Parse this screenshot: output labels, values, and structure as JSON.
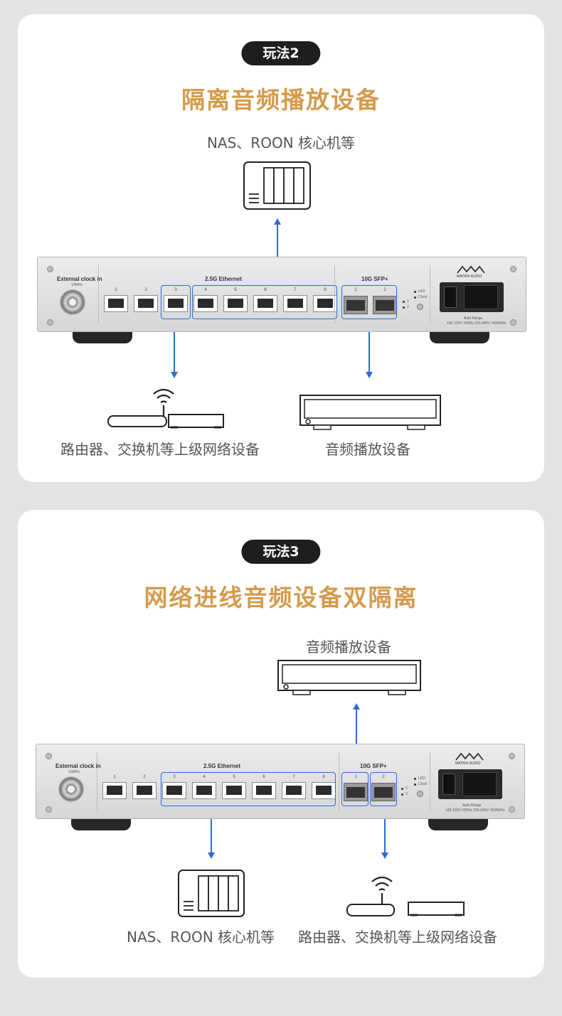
{
  "colors": {
    "accent_title": "#d59a4c",
    "pill_bg": "#1e1e1e",
    "arrow": "#2c6cd0",
    "label": "#555555"
  },
  "device": {
    "clock_label": "External clock in",
    "clock_sub": "10MHz",
    "ethernet_label": "2.5G Ethernet",
    "sfp_label": "10G SFP+",
    "eth_ports": [
      "1",
      "2",
      "3",
      "4",
      "5",
      "6",
      "7",
      "8"
    ],
    "sfp_ports": [
      "1",
      "2"
    ],
    "led_labels": [
      "LED",
      "Clock"
    ],
    "led_index": [
      "1",
      "2"
    ],
    "brand": "MATRIX AUDIO",
    "power_label": "Auto Range",
    "power_spec": "100-120V~/50Hz 220-240V~/50/60Hz"
  },
  "section1": {
    "pill": "玩法2",
    "title": "隔离音频播放设备",
    "top_label": "NAS、ROON 核心机等",
    "bottom_left_label": "路由器、交换机等上级网络设备",
    "bottom_right_label": "音频播放设备",
    "icons": [
      "nas-icon",
      "wifi-router-icon",
      "switch-icon",
      "audio-player-icon"
    ]
  },
  "section2": {
    "pill": "玩法3",
    "title": "网络进线音频设备双隔离",
    "top_label": "音频播放设备",
    "bottom_left_label": "NAS、ROON 核心机等",
    "bottom_right_label": "路由器、交换机等上级网络设备",
    "icons": [
      "audio-player-icon",
      "nas-icon",
      "wifi-router-icon",
      "switch-icon"
    ]
  }
}
